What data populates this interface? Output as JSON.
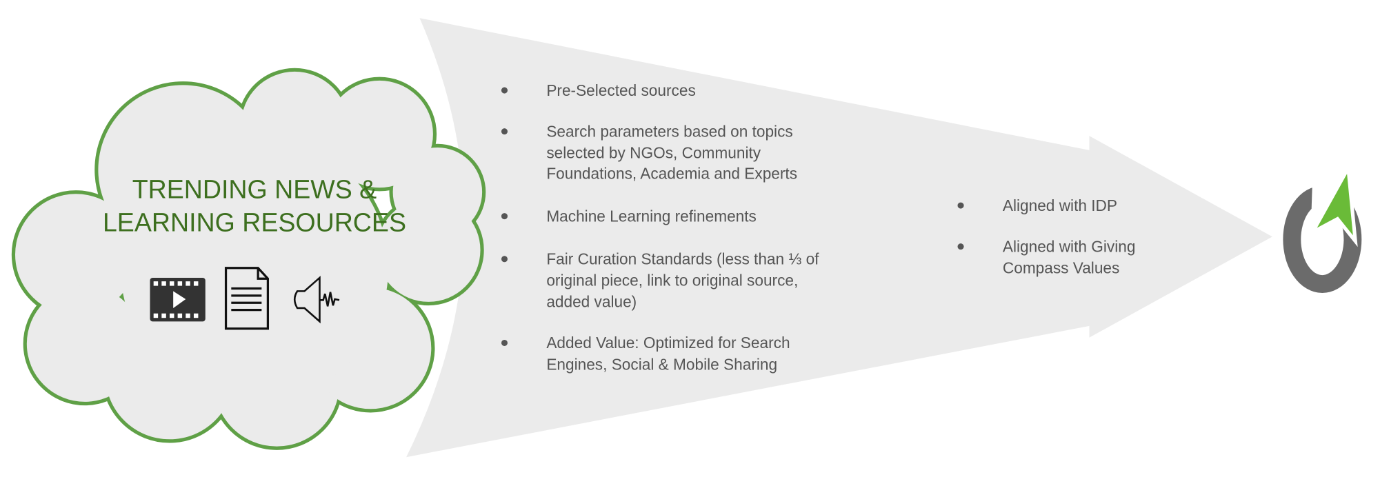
{
  "cloud": {
    "title_line1": "TRENDING NEWS &",
    "title_line2": "LEARNING RESOURCES",
    "icons": [
      "video-icon",
      "document-icon",
      "audio-speaker-icon"
    ]
  },
  "process_bullets": [
    {
      "lines": [
        "Pre-Selected sources"
      ]
    },
    {
      "lines": [
        "Search parameters based on topics",
        "selected by NGOs, Community",
        "Foundations, Academia and Experts"
      ]
    },
    {
      "lines": [
        "Machine Learning refinements"
      ]
    },
    {
      "lines": [
        "Fair Curation Standards (less than ⅓ of",
        "original piece, link to original source,",
        "added value)"
      ]
    },
    {
      "lines": [
        "Added Value: Optimized for Search",
        "Engines, Social & Mobile Sharing"
      ]
    }
  ],
  "alignment_bullets": [
    {
      "lines": [
        "Aligned with IDP"
      ]
    },
    {
      "lines": [
        "Aligned with Giving",
        "Compass Values"
      ]
    }
  ],
  "colors": {
    "cloud_stroke": "#5fa046",
    "cloud_text": "#3d6f1f",
    "arrow_fill": "#ebebeb",
    "body_text": "#555555",
    "logo_gray": "#6b6b6b",
    "logo_green": "#6abb38"
  }
}
